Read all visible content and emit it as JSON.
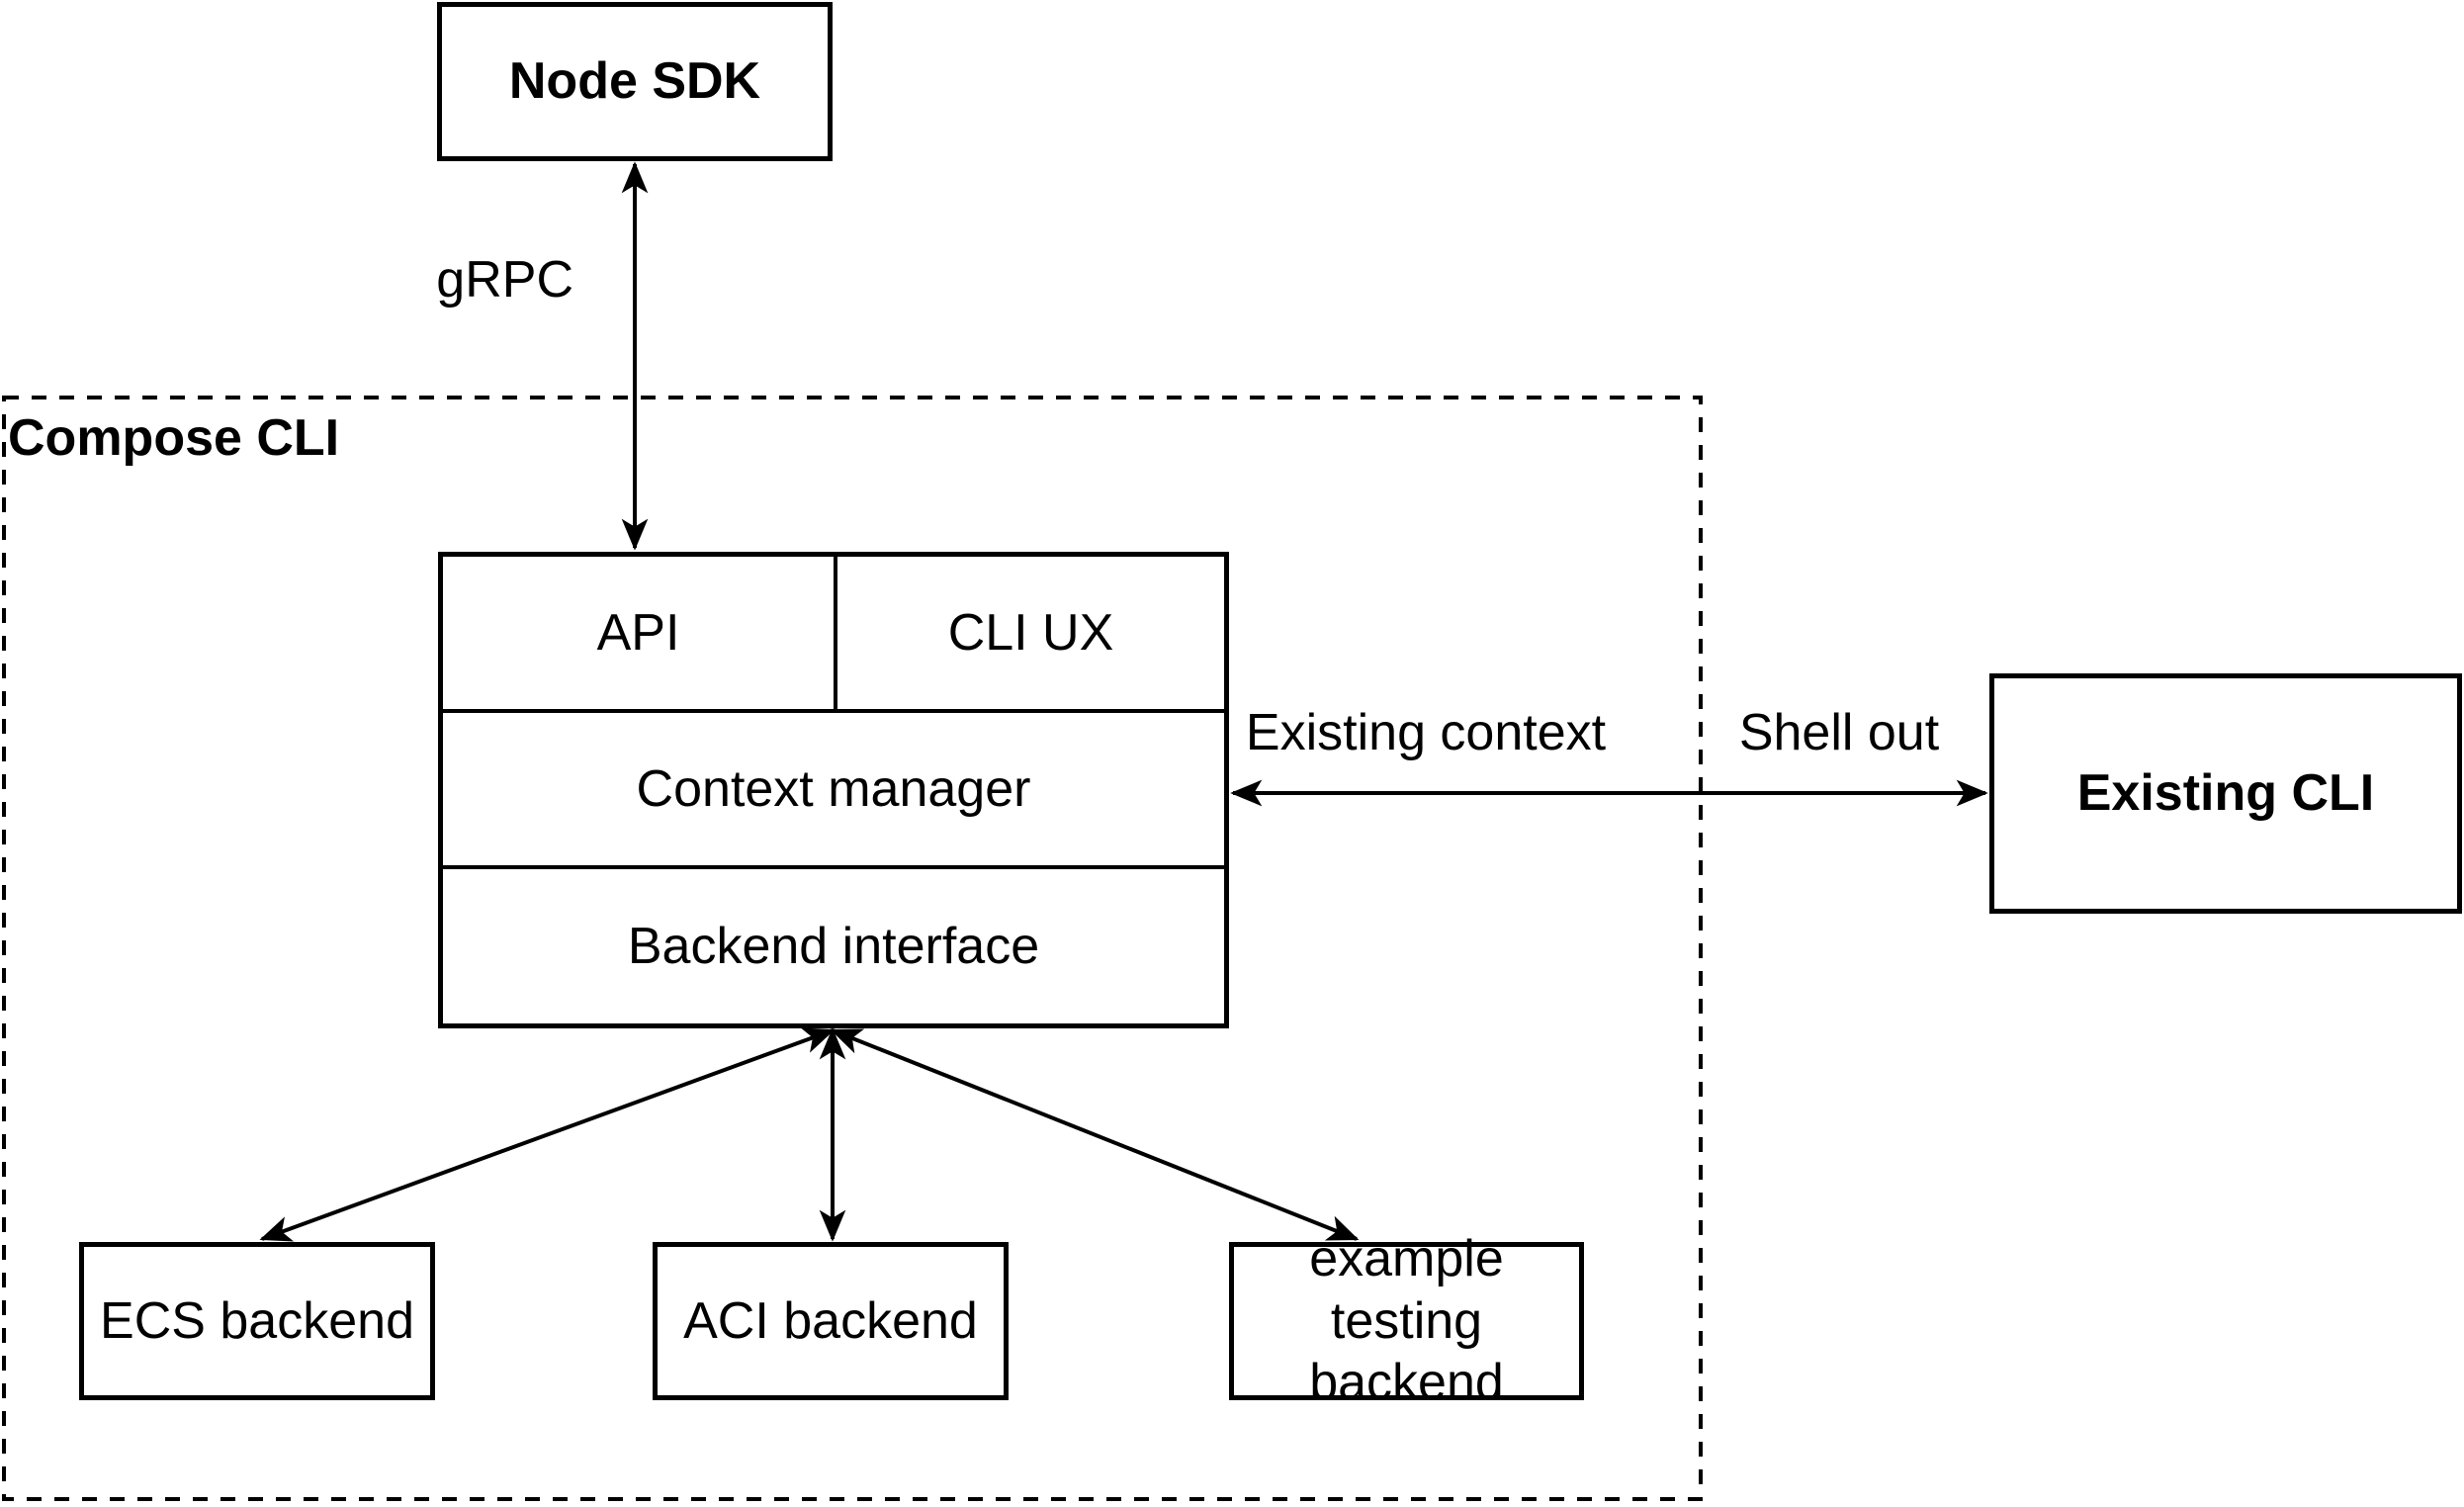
{
  "colors": {
    "background": "#ffffff",
    "stroke": "#000000",
    "text": "#000000"
  },
  "nodes": {
    "node_sdk": "Node SDK",
    "compose_cli": "Compose CLI",
    "api": "API",
    "cli_ux": "CLI UX",
    "context_manager": "Context manager",
    "backend_interface": "Backend interface",
    "existing_cli": "Existing CLI",
    "ecs_backend": "ECS backend",
    "aci_backend": "ACI backend",
    "example_testing_backend": "example testing backend"
  },
  "edge_labels": {
    "grpc": "gRPC",
    "existing_context": "Existing context",
    "shell_out": "Shell out"
  }
}
